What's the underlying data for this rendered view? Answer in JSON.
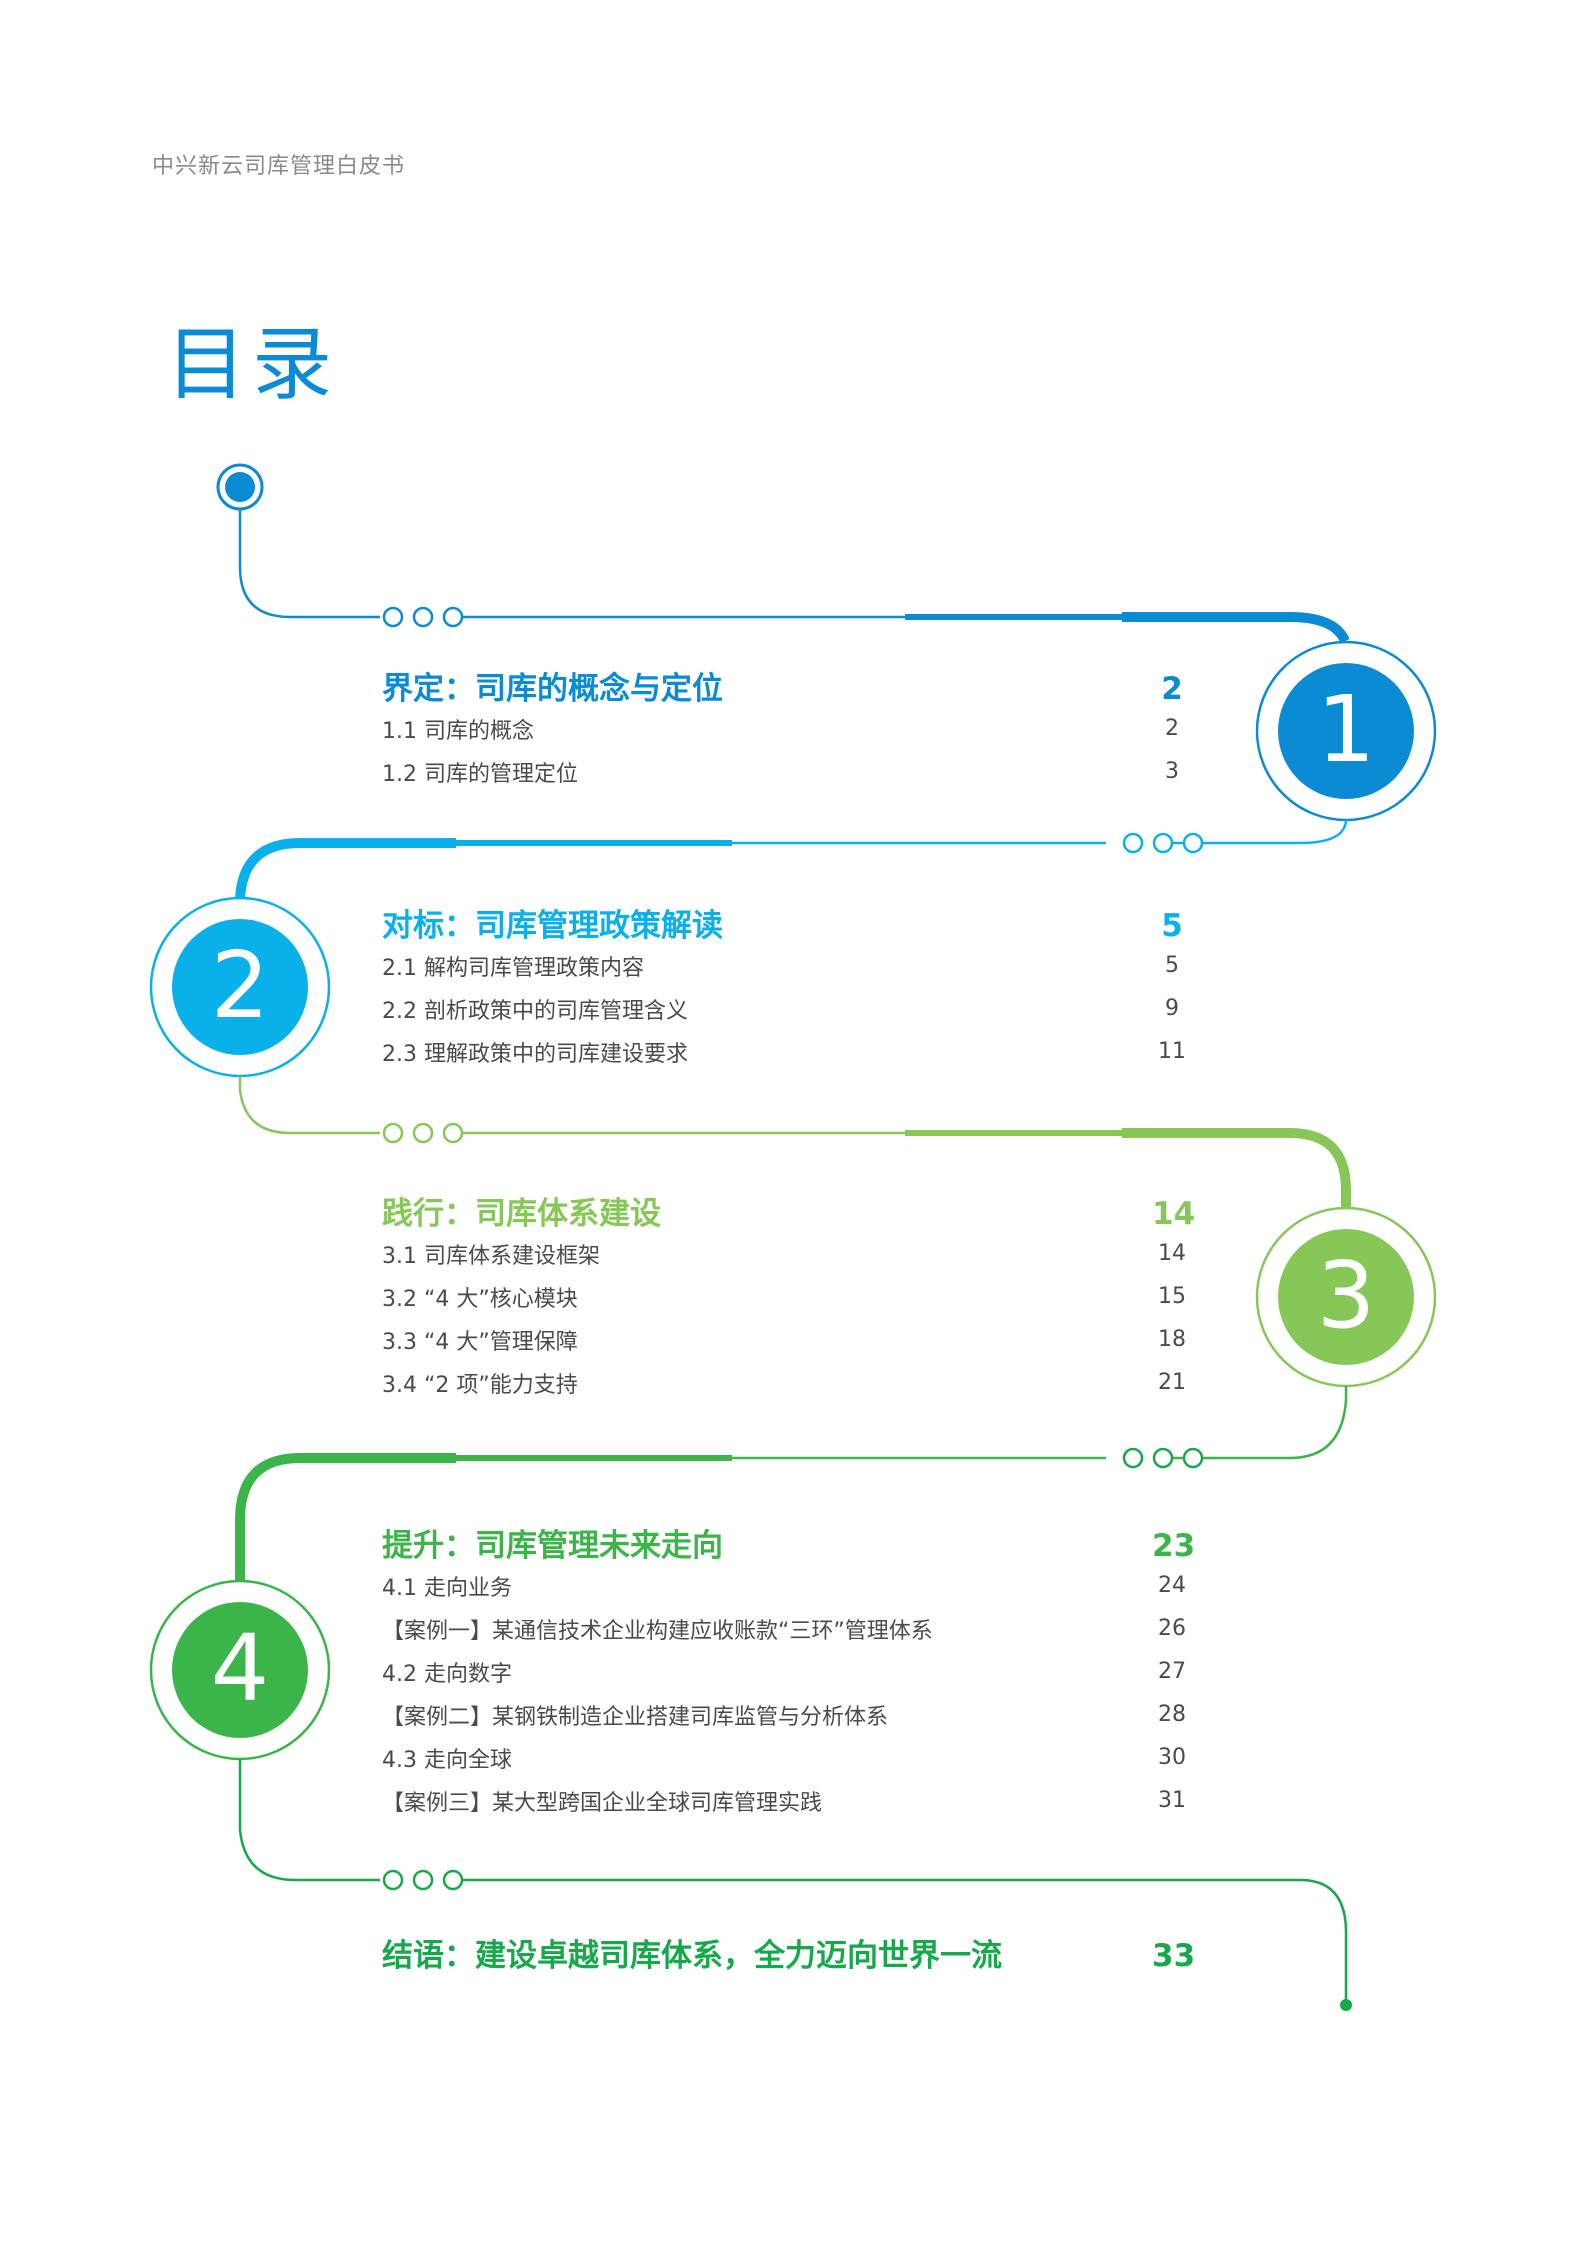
{
  "header": {
    "doc_title": "中兴新云司库管理白皮书"
  },
  "page_title": "目录",
  "colors": {
    "section1": "#0a8bd4",
    "section2": "#0ab0ea",
    "section3": "#86c758",
    "section4": "#3bb54a",
    "conclusion": "#17a84b",
    "body_text": "#4a4a4a",
    "header_text": "#8a8a8a"
  },
  "sections": [
    {
      "number": "1",
      "title": "界定：司库的概念与定位",
      "page": "2",
      "entries": [
        {
          "label": "1.1 司库的概念",
          "page": "2"
        },
        {
          "label": "1.2 司库的管理定位",
          "page": "3"
        }
      ]
    },
    {
      "number": "2",
      "title": "对标：司库管理政策解读",
      "page": "5",
      "entries": [
        {
          "label": "2.1 解构司库管理政策内容",
          "page": "5"
        },
        {
          "label": "2.2 剖析政策中的司库管理含义",
          "page": "9"
        },
        {
          "label": "2.3 理解政策中的司库建设要求",
          "page": "11"
        }
      ]
    },
    {
      "number": "3",
      "title": "践行：司库体系建设",
      "page": "14",
      "entries": [
        {
          "label": "3.1 司库体系建设框架",
          "page": "14"
        },
        {
          "label": "3.2 “4 大”核心模块",
          "page": "15"
        },
        {
          "label": "3.3 “4 大”管理保障",
          "page": "18"
        },
        {
          "label": "3.4 “2 项”能力支持",
          "page": "21"
        }
      ]
    },
    {
      "number": "4",
      "title": "提升：司库管理未来走向",
      "page": "23",
      "entries": [
        {
          "label": "4.1 走向业务",
          "page": "24"
        },
        {
          "label": "【案例一】某通信技术企业构建应收账款“三环”管理体系",
          "page": "26"
        },
        {
          "label": "4.2 走向数字",
          "page": "27"
        },
        {
          "label": "【案例二】某钢铁制造企业搭建司库监管与分析体系",
          "page": "28"
        },
        {
          "label": "4.3 走向全球",
          "page": "30"
        },
        {
          "label": "【案例三】某大型跨国企业全球司库管理实践",
          "page": "31"
        }
      ]
    }
  ],
  "conclusion": {
    "title": "结语：建设卓越司库体系，全力迈向世界一流",
    "page": "33"
  }
}
